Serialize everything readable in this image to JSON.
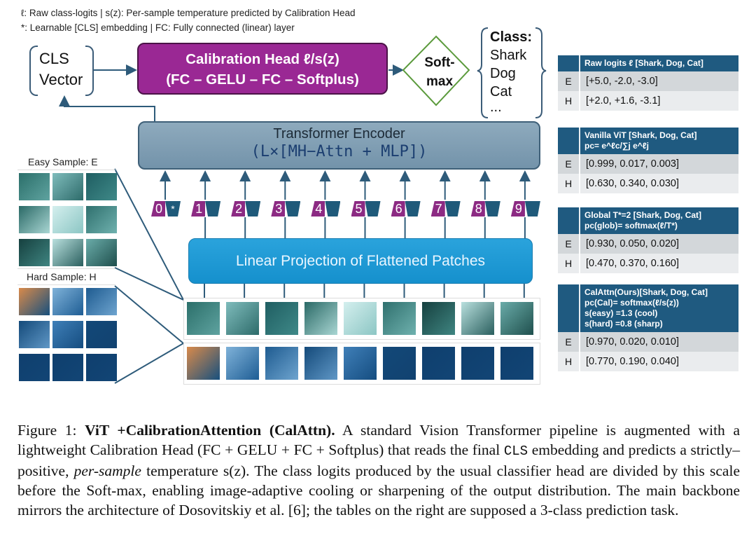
{
  "legend": {
    "line1": "ℓ: Raw class-logits | s(z): Per-sample temperature predicted by Calibration Head",
    "line2": "*: Learnable [CLS] embedding | FC: Fully connected (linear) layer"
  },
  "cls_vector": {
    "line1": "CLS",
    "line2": "Vector"
  },
  "calibration_head": {
    "line1": "Calibration Head ℓ/s(z)",
    "line2": "(FC – GELU – FC – Softplus)"
  },
  "softmax": {
    "line1": "Soft-",
    "line2": "max"
  },
  "classes": {
    "header": "Class:",
    "items": [
      "Shark",
      "Dog",
      "Cat",
      "..."
    ]
  },
  "encoder": {
    "title": "Transformer Encoder",
    "subtitle": "(L×[MH−Attn + MLP])"
  },
  "tokens": {
    "position_labels": [
      "0",
      "1",
      "2",
      "3",
      "4",
      "5",
      "6",
      "7",
      "8",
      "9"
    ],
    "cls_marker": "*"
  },
  "linear_projection": {
    "label": "Linear Projection of Flattened Patches"
  },
  "samples": {
    "easy_label": "Easy Sample: E",
    "hard_label": "Hard Sample: H"
  },
  "colors": {
    "calibration_head": "#9a2894",
    "encoder": "#7e9bb0",
    "linear_projection": "#1c98d4",
    "table_header": "#1f5a80",
    "softmax_border": "#5b9a3c",
    "position_tag": "#8c2a83",
    "token_embed": "#1f5a7a"
  },
  "tables": [
    {
      "header_lines": [
        "Raw logits ℓ [Shark, Dog, Cat]"
      ],
      "rows": [
        {
          "label": "E",
          "value": "[+5.0, -2.0, -3.0]"
        },
        {
          "label": "H",
          "value": "[+2.0, +1.6, -3.1]"
        }
      ]
    },
    {
      "header_lines": [
        "Vanilla ViT [Shark, Dog, Cat]",
        "pc= e^ℓc/∑j e^ℓj"
      ],
      "rows": [
        {
          "label": "E",
          "value": "[0.999, 0.017, 0.003]"
        },
        {
          "label": "H",
          "value": "[0.630, 0.340, 0.030]"
        }
      ]
    },
    {
      "header_lines": [
        "Global T*=2  [Shark, Dog, Cat]",
        "pc(glob)= softmax(ℓ/T*)"
      ],
      "rows": [
        {
          "label": "E",
          "value": "[0.930, 0.050, 0.020]"
        },
        {
          "label": "H",
          "value": "[0.470, 0.370, 0.160]"
        }
      ]
    },
    {
      "header_lines": [
        "CalAttn(Ours)[Shark, Dog, Cat]",
        "pc(Cal)= softmax(ℓ/s(z))",
        "s(easy) =1.3 (cool)",
        "s(hard) =0.8 (sharp)"
      ],
      "rows": [
        {
          "label": "E",
          "value": "[0.970, 0.020, 0.010]"
        },
        {
          "label": "H",
          "value": "[0.770, 0.190, 0.040]"
        }
      ]
    }
  ],
  "caption": {
    "prefix": "Figure 1: ",
    "bold": "ViT +CalibrationAttention (CalAttn).",
    "part1": " A standard Vision Transformer pipeline is augmented with a lightweight Calibration Head (FC + GELU + FC + Softplus) that reads the final ",
    "mono": "CLS",
    "part2": " embedding and predicts a strictly–positive, ",
    "italic": "per-sample",
    "part3": " temperature s(z). The class logits produced by the usual classifier head are divided by this scale before the Soft-max, enabling image-adaptive cooling or sharpening of the output distribution.  The main backbone mirrors the architecture of Dosovitskiy et al. [6]; the tables on the right are supposed a 3-class prediction task."
  }
}
